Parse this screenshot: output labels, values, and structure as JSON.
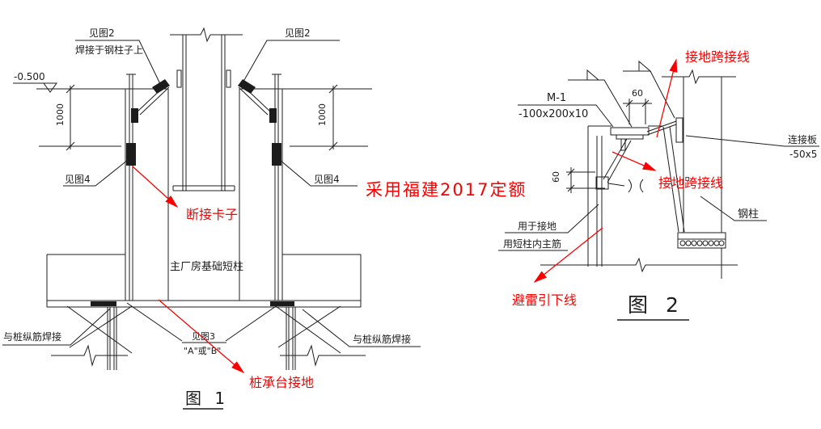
{
  "colors": {
    "line": "#1c1c1c",
    "annotation_red": "#fb0000",
    "background": "#ffffff"
  },
  "note": {
    "text": "采用福建2017定额"
  },
  "figure1": {
    "title": "图 1",
    "labels": {
      "see_fig2_left": "见图2",
      "weld_note": "焊接于钢柱子上",
      "see_fig2_right": "见图2",
      "elevation": "-0.500",
      "dim_left": "1000",
      "dim_right": "1000",
      "see_fig4_left": "见图4",
      "see_fig4_right": "见图4",
      "column_name": "主厂房基础短柱",
      "see_fig3": "见图3",
      "a_or_b": "\"A\"或\"B\"",
      "pile_weld_left": "与桩纵筋焊接",
      "pile_weld_right": "与桩纵筋焊接"
    },
    "red_annotations": {
      "disconnect_clamp": "断接卡子",
      "pile_cap_grounding": "桩承台接地"
    }
  },
  "figure2": {
    "title": "图 2",
    "labels": {
      "m1": "M-1",
      "m1_size": "-100x200x10",
      "dim_top": "60",
      "dim_left": "60",
      "connection_plate": "连接板",
      "connection_plate_size": "-50x5",
      "steel_column": "钢柱",
      "for_grounding": "用于接地",
      "use_main_rebar": "用短柱内主筋"
    },
    "red_annotations": {
      "jumper_upper": "接地跨接线",
      "jumper_lower": "接地跨接线",
      "lightning_downlead": "避雷引下线"
    }
  }
}
